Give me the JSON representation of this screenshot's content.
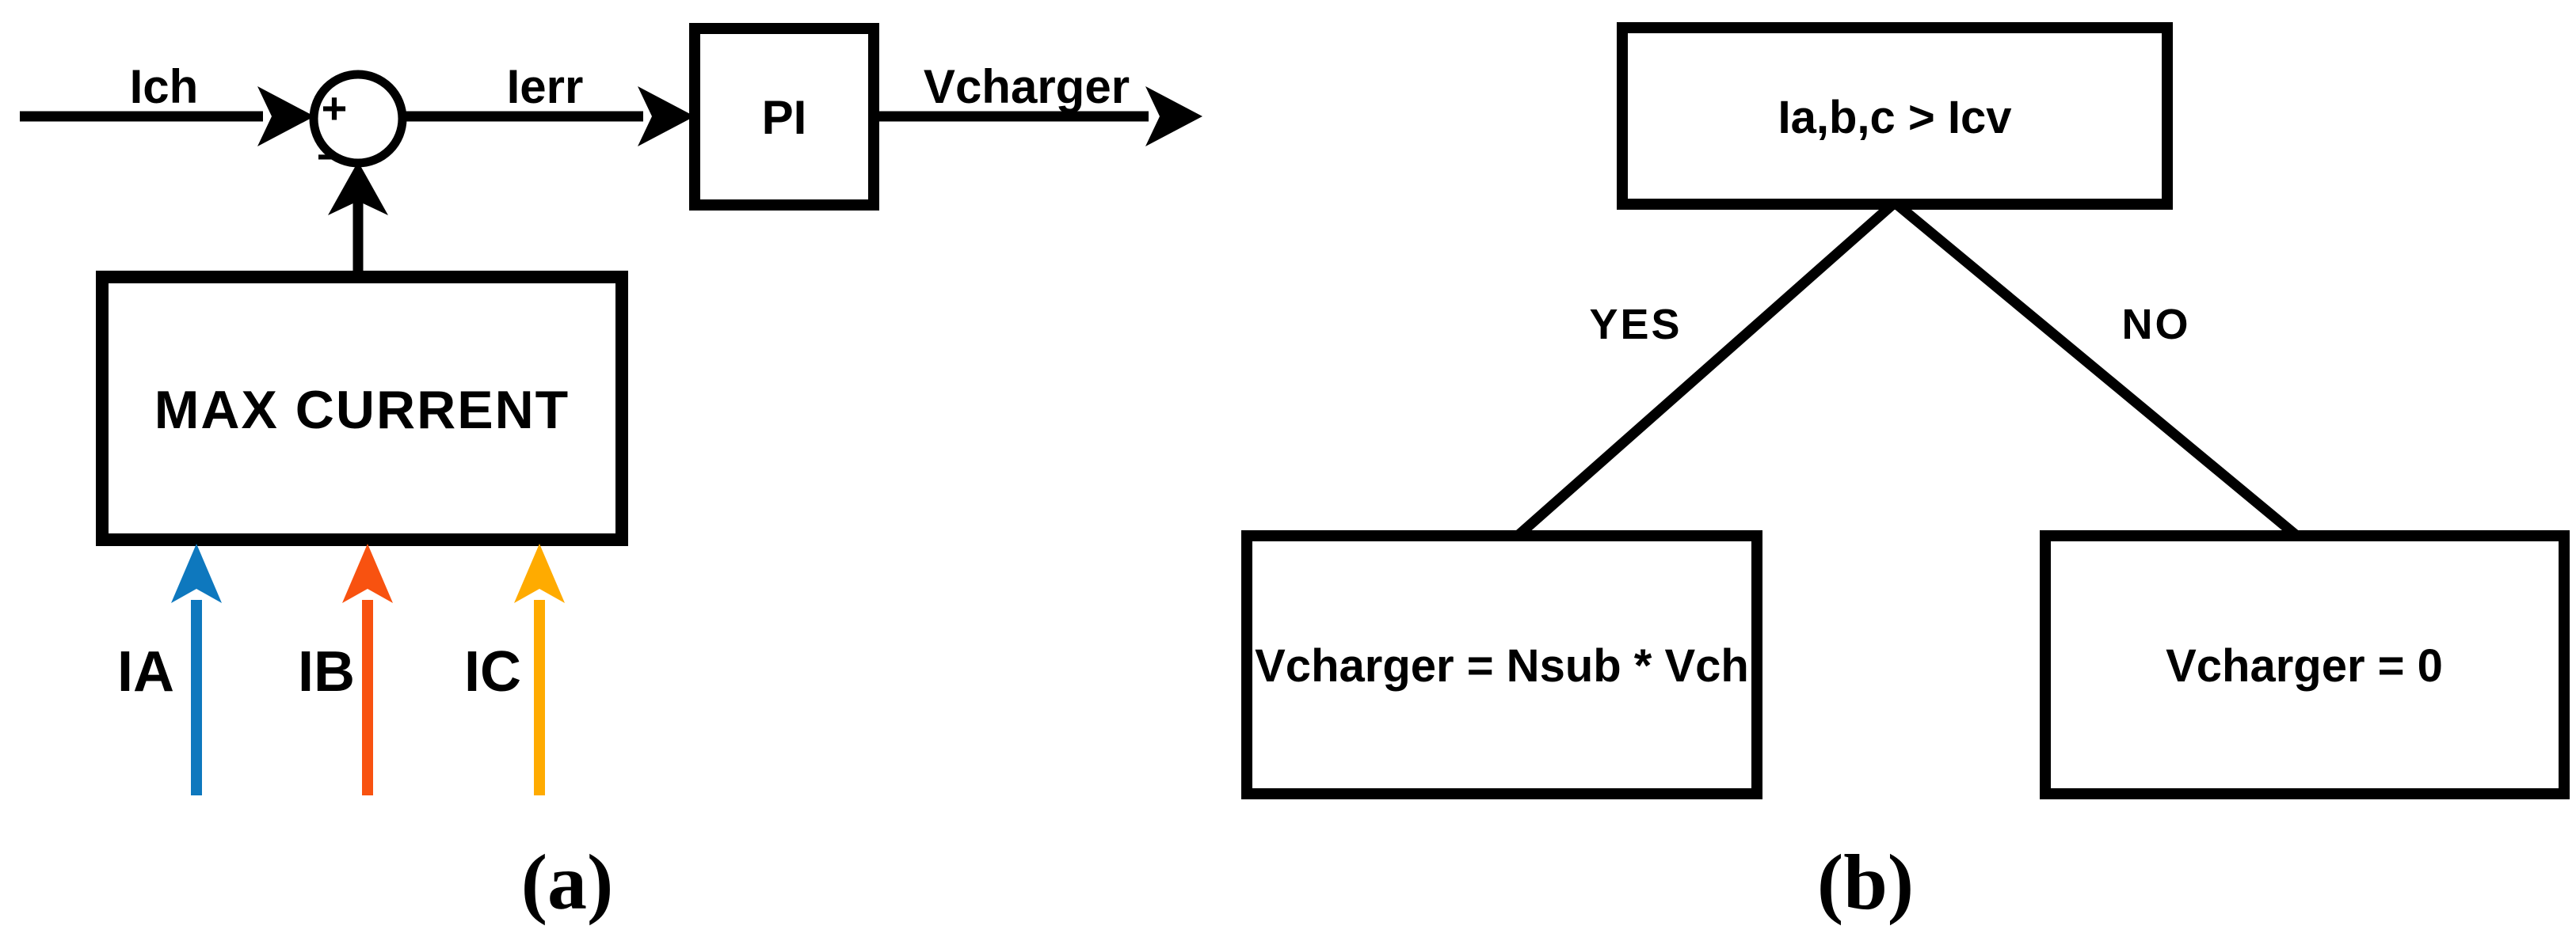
{
  "figure": {
    "background_color": "#ffffff",
    "line_color": "#000000",
    "panel_a": {
      "caption": "(a)",
      "input_label": "Ich",
      "error_label": "Ierr",
      "output_label": "Vcharger",
      "sum_plus": "+",
      "sum_minus": "−",
      "pi_block_label": "PI",
      "max_current_block_label": "MAX CURRENT",
      "phase_inputs": [
        {
          "label": "IA",
          "color": "#0E78BE"
        },
        {
          "label": "IB",
          "color": "#F85210"
        },
        {
          "label": "IC",
          "color": "#FFAB00"
        }
      ]
    },
    "panel_b": {
      "caption": "(b)",
      "condition_label": "Ia,b,c > Icv",
      "yes_branch_label": "YES",
      "no_branch_label": "NO",
      "yes_result_label": "Vcharger = Nsub * Vch",
      "no_result_label": "Vcharger = 0"
    }
  }
}
